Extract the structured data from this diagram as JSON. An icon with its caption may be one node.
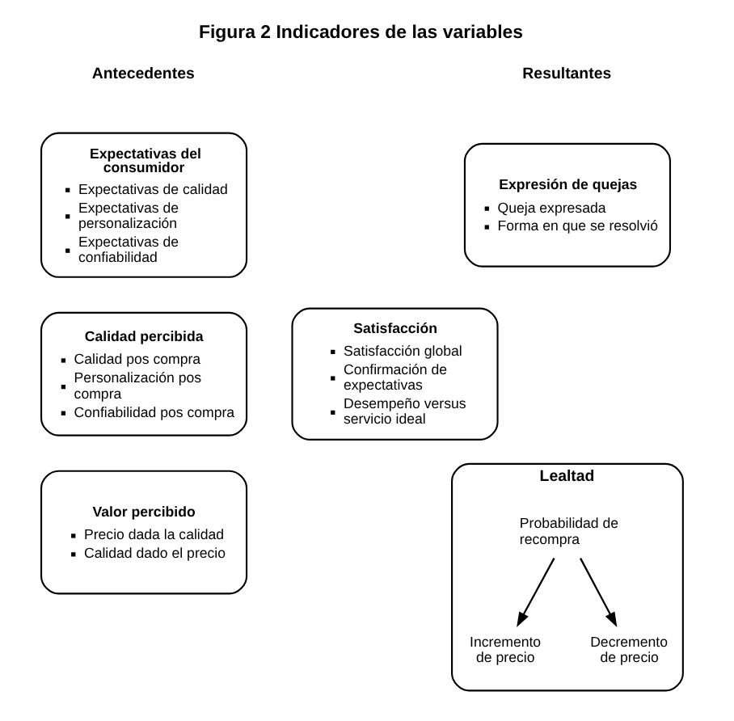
{
  "diagram": {
    "title": "Figura 2 Indicadores de las variables",
    "nodes": [
      {
        "text": [
          "Expectativas del consumidor",
          "Expectativas de calidad",
          "Expectativas de personalización",
          "Expectativas de confiabilidad"
        ]
      },
      {
        "text": [
          "Expresión de quejas",
          "Queja expresada",
          "Forma en que se resolvió"
        ]
      },
      {
        "text": [
          "Calidad percibida",
          "Calidad pos compra",
          "Personalización pos compra",
          "Confiabilidad pos compra"
        ]
      },
      {
        "text": [
          "Satisfacción",
          "Satisfacción global",
          "Confirmación de expectativas",
          "Desempeño versus servicio ideal"
        ]
      },
      {
        "text": [
          "Valor percibido",
          "Precio dada la calidad",
          "Calidad dado el precio"
        ]
      },
      {
        "text": [
          "Lealtad"
        ]
      },
      {
        "text": [
          "Probabilidad de recompra"
        ],
        "in": 5
      },
      {
        "text": [
          "Incremento de precio"
        ],
        "in": 5
      },
      {
        "text": [
          "Decremento de precio"
        ],
        "in": 5
      }
    ],
    "edges": [
      {
        "from": 6,
        "to": 7,
        "arrow": "to"
      },
      {
        "from": 6,
        "to": 8,
        "arrow": "to"
      }
    ],
    "labels": [
      "Antecedentes",
      "Resultantes"
    ]
  }
}
